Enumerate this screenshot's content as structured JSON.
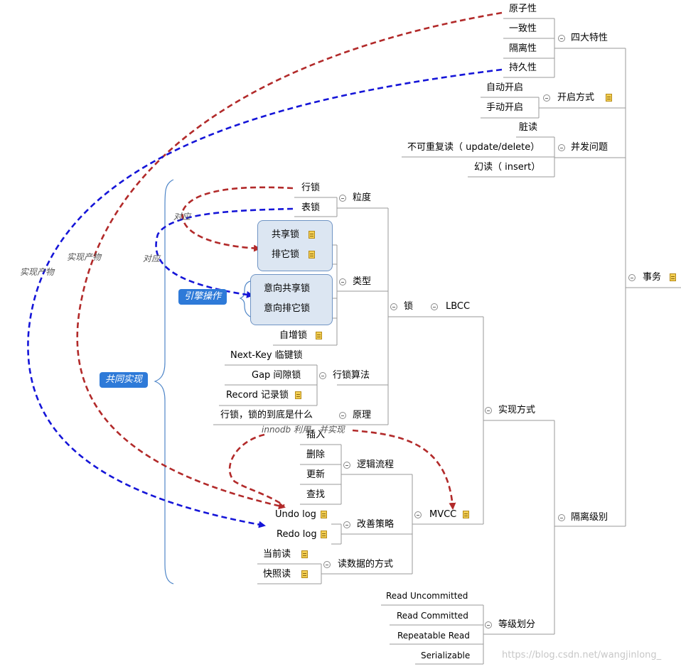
{
  "root": {
    "label": "事务"
  },
  "acid": {
    "label": "四大特性",
    "items": [
      "原子性",
      "一致性",
      "隔离性",
      "持久性"
    ]
  },
  "open_mode": {
    "label": "开启方式",
    "items": [
      "自动开启",
      "手动开启"
    ]
  },
  "concurrency": {
    "label": "并发问题",
    "items": [
      "脏读",
      "不可重复读（ update/delete）",
      "幻读（ insert）"
    ]
  },
  "isolation": {
    "label": "隔离级别"
  },
  "impl": {
    "label": "实现方式"
  },
  "lbcc": {
    "label": "LBCC"
  },
  "lock": {
    "label": "锁"
  },
  "granularity": {
    "label": "粒度",
    "items": [
      "行锁",
      "表锁"
    ]
  },
  "type": {
    "label": "类型",
    "items": [
      "共享锁",
      "排它锁",
      "意向共享锁",
      "意向排它锁",
      "自增锁"
    ]
  },
  "algorithm": {
    "label": "行锁算法",
    "items": [
      "Next-Key 临键锁",
      "Gap 间隙锁",
      "Record 记录锁"
    ]
  },
  "principle": {
    "label": "原理",
    "items": [
      "行锁，锁的到底是什么"
    ]
  },
  "mvcc": {
    "label": "MVCC"
  },
  "logic": {
    "label": "逻辑流程",
    "items": [
      "插入",
      "删除",
      "更新",
      "查找"
    ]
  },
  "improve": {
    "label": "改善策略",
    "items": [
      "Undo log",
      "Redo log"
    ]
  },
  "read_mode": {
    "label": "读数据的方式",
    "items": [
      "当前读",
      "快照读"
    ]
  },
  "levels": {
    "label": "等级划分",
    "items": [
      "Read Uncommitted",
      "Read Committed",
      "Repeatable Read",
      "Serializable"
    ]
  },
  "relations": {
    "dui_ying_1": "对应",
    "dui_ying_2": "对应",
    "engine_op": "引擎操作",
    "shi_xian_1": "实现产物",
    "shi_xian_2": "实现产物",
    "common_impl": "共同实现",
    "innodb": "innodb 利用，并实现"
  },
  "watermark": "https://blog.csdn.net/wangjinlong_",
  "colors": {
    "line": "#9a9a9a",
    "red_rel": "#b22a2a",
    "blue_rel": "#1515d8",
    "bracket": "#4f86c8",
    "badge": "#2e7ad8",
    "box_fill": "#dce6f2"
  }
}
